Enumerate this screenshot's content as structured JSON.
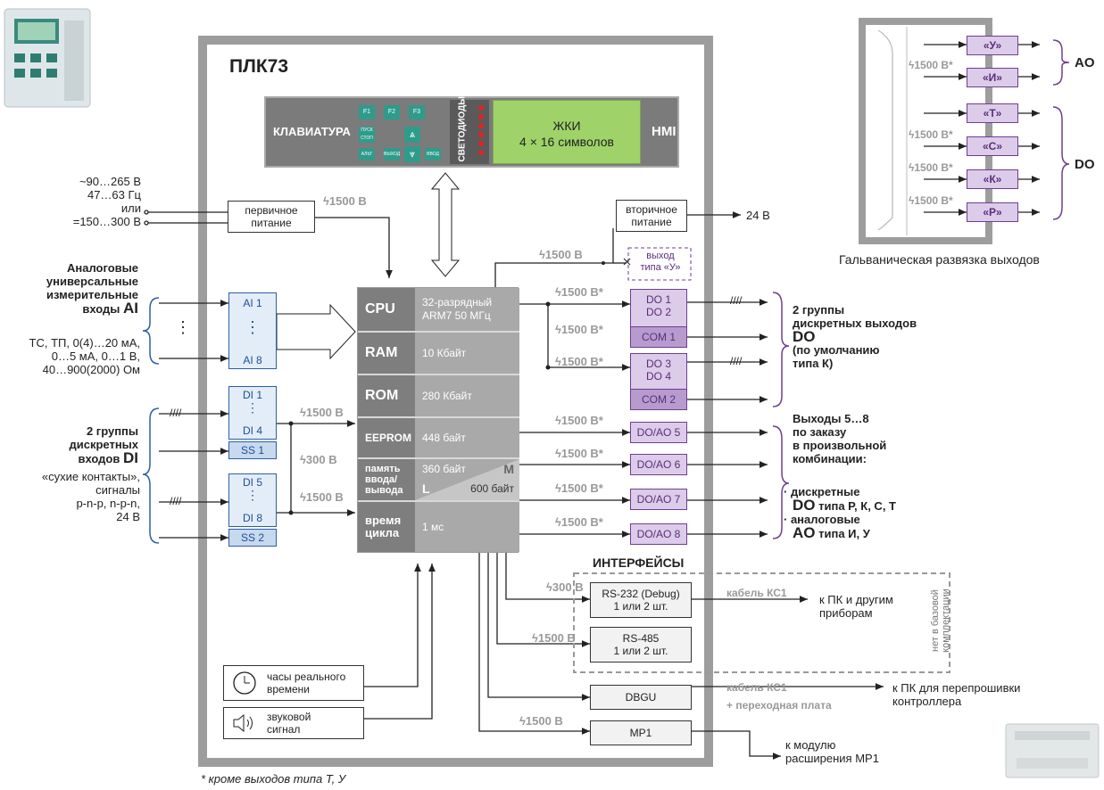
{
  "title": "ПЛК73",
  "hmi": {
    "keyboard": "КЛАВИАТУРА",
    "keys": [
      "F1",
      "F2",
      "F3",
      "ПУСК СТОП",
      "АЛЬТ",
      "ВЫХОД",
      "ВВОД"
    ],
    "leds": "СВЕТОДИОДЫ",
    "lcd_line1": "ЖКИ",
    "lcd_line2": "4 × 16 символов",
    "hmi": "HMI"
  },
  "power": {
    "input_lines": [
      "~90…265 В",
      "47…63 Гц",
      "или",
      "=150…300 В"
    ],
    "primary": "первичное питание",
    "secondary": "вторичное питание",
    "out24": "24 В",
    "iso": "1500 В"
  },
  "ai": {
    "title_lines": [
      "Аналоговые",
      "универсальные",
      "измерительные",
      "входы"
    ],
    "title_tag": "AI",
    "dots": "⋮",
    "ai1": "AI 1",
    "ai8": "AI 8",
    "desc_lines": [
      "ТС, ТП, 0(4)…20 мА,",
      "0…5 мА, 0…1 В,",
      "40…900(2000) Ом"
    ]
  },
  "di": {
    "title_lines": [
      "2 группы",
      "дискретных",
      "входов"
    ],
    "title_tag": "DI",
    "desc_lines": [
      "«сухие контакты»,",
      "сигналы",
      "p-n-p, n-p-n,",
      "24 В"
    ],
    "di1": "DI 1",
    "di4": "DI 4",
    "ss1": "SS 1",
    "di5": "DI 5",
    "di8": "DI 8",
    "ss2": "SS 2",
    "iso1": "1500 В",
    "iso2": "300 В",
    "iso3": "1500 В"
  },
  "cpu": {
    "rows": [
      {
        "k": "CPU",
        "v": "32-разрядный ARM7  50 МГц"
      },
      {
        "k": "RAM",
        "v": "10 Кбайт"
      },
      {
        "k": "ROM",
        "v": "280 Кбайт"
      },
      {
        "k": "EEPROM",
        "v": "448 байт"
      },
      {
        "k": "память ввода/ вывода",
        "v": "360 байт",
        "m": "M",
        "l": "L",
        "v2": "600 байт"
      },
      {
        "k": "время цикла",
        "v": "1 мс"
      }
    ]
  },
  "outputs": {
    "y_out": "выход типа «У»",
    "iso_y": "1500 В",
    "iso_star": "1500 В*",
    "do1": "DO 1",
    "do2": "DO 2",
    "com1": "COM 1",
    "do3": "DO 3",
    "do4": "DO 4",
    "com2": "COM 2",
    "doao": [
      "DO/AO 5",
      "DO/AO 6",
      "DO/AO 7",
      "DO/AO 8"
    ],
    "do_title_lines": [
      "2 группы",
      "дискретных выходов"
    ],
    "do_tag": "DO",
    "do_default": [
      "(по умолчанию",
      "типа К)"
    ],
    "opt_lines": [
      "Выходы 5…8",
      "по заказу",
      "в произвольной",
      "комбинации:"
    ],
    "opt_do1": "· дискретные",
    "opt_do_tag": "DO",
    "opt_do_types": "типа Р, К, С, Т",
    "opt_ao1": "· аналоговые",
    "opt_ao_tag": "AO",
    "opt_ao_types": "типа И, У"
  },
  "interfaces": {
    "title": "ИНТЕРФЕЙСЫ",
    "rs232": "RS-232 (Debug)",
    "rs232_n": "1 или 2 шт.",
    "rs485": "RS-485",
    "rs485_n": "1 или 2 шт.",
    "iso232": "300 В",
    "iso485": "1500 В",
    "cable": "кабель КС1",
    "to_pc": "к ПК и другим приборам",
    "not_base": "нет в базовой комплектации"
  },
  "dbgu": {
    "label": "DBGU",
    "cable": "кабель КС1",
    "plate": "+ переходная плата",
    "to": "к ПК для перепрошивки контроллера"
  },
  "mr1": {
    "label": "МР1",
    "iso": "1500 В",
    "to": "к модулю расширения МР1"
  },
  "clock": "часы реального времени",
  "sound": "звуковой сигнал",
  "footnote": "* кроме выходов типа Т, У",
  "galv": {
    "caption": "Гальваническая развязка выходов",
    "iso": "1500 В*",
    "outs": [
      "«У»",
      "«И»",
      "«Т»",
      "«С»",
      "«К»",
      "«Р»"
    ],
    "ao": "AO",
    "do": "DO"
  }
}
